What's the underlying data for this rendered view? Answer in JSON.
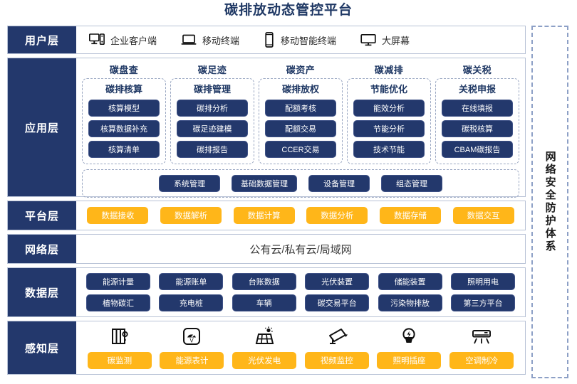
{
  "title": "碳排放动态管控平台",
  "security_panel": {
    "label": "网络安全防护体系"
  },
  "layers": {
    "user": {
      "label": "用户层",
      "items": [
        {
          "icon": "desktop-tower-icon",
          "label": "企业客户端"
        },
        {
          "icon": "laptop-icon",
          "label": "移动终端"
        },
        {
          "icon": "smartphone-icon",
          "label": "移动智能终端"
        },
        {
          "icon": "monitor-icon",
          "label": "大屏幕"
        }
      ]
    },
    "application": {
      "label": "应用层",
      "groups": [
        {
          "title": "碳盘查",
          "subtitle": "碳排核算",
          "items": [
            "核算模型",
            "核算数据补充",
            "核算清单"
          ]
        },
        {
          "title": "碳足迹",
          "subtitle": "碳排管理",
          "items": [
            "碳排分析",
            "碳足迹建模",
            "碳排报告"
          ]
        },
        {
          "title": "碳资产",
          "subtitle": "碳排放权",
          "items": [
            "配额考核",
            "配额交易",
            "CCER交易"
          ]
        },
        {
          "title": "碳减排",
          "subtitle": "节能优化",
          "items": [
            "能效分析",
            "节能分析",
            "技术节能"
          ]
        },
        {
          "title": "碳关税",
          "subtitle": "关税申报",
          "items": [
            "在线填报",
            "碳税核算",
            "CBAM碳报告"
          ]
        }
      ],
      "management": [
        "系统管理",
        "基础数据管理",
        "设备管理",
        "组态管理"
      ]
    },
    "platform": {
      "label": "平台层",
      "items": [
        "数据接收",
        "数据解析",
        "数据计算",
        "数据分析",
        "数据存储",
        "数据交互"
      ]
    },
    "network": {
      "label": "网络层",
      "text": "公有云/私有云/局域网"
    },
    "data": {
      "label": "数据层",
      "row1": [
        "能源计量",
        "能源账单",
        "台账数据",
        "光伏装置",
        "储能装置",
        "照明用电"
      ],
      "row2": [
        "植物碳汇",
        "充电桩",
        "车辆",
        "碳交易平台",
        "污染物排放",
        "第三方平台"
      ]
    },
    "sensing": {
      "label": "感知层",
      "items": [
        {
          "icon": "carbon-monitor-icon",
          "label": "碳监测"
        },
        {
          "icon": "energy-meter-icon",
          "label": "能源表计"
        },
        {
          "icon": "solar-panel-icon",
          "label": "光伏发电"
        },
        {
          "icon": "cctv-camera-icon",
          "label": "视频监控"
        },
        {
          "icon": "light-bulb-icon",
          "label": "照明插座"
        },
        {
          "icon": "air-conditioner-icon",
          "label": "空调制冷"
        }
      ]
    }
  },
  "colors": {
    "navy": "#23386c",
    "amber": "#ffb619",
    "title": "#1f3864",
    "border": "#b8c2d6",
    "dashed": "#9aa7c2"
  }
}
